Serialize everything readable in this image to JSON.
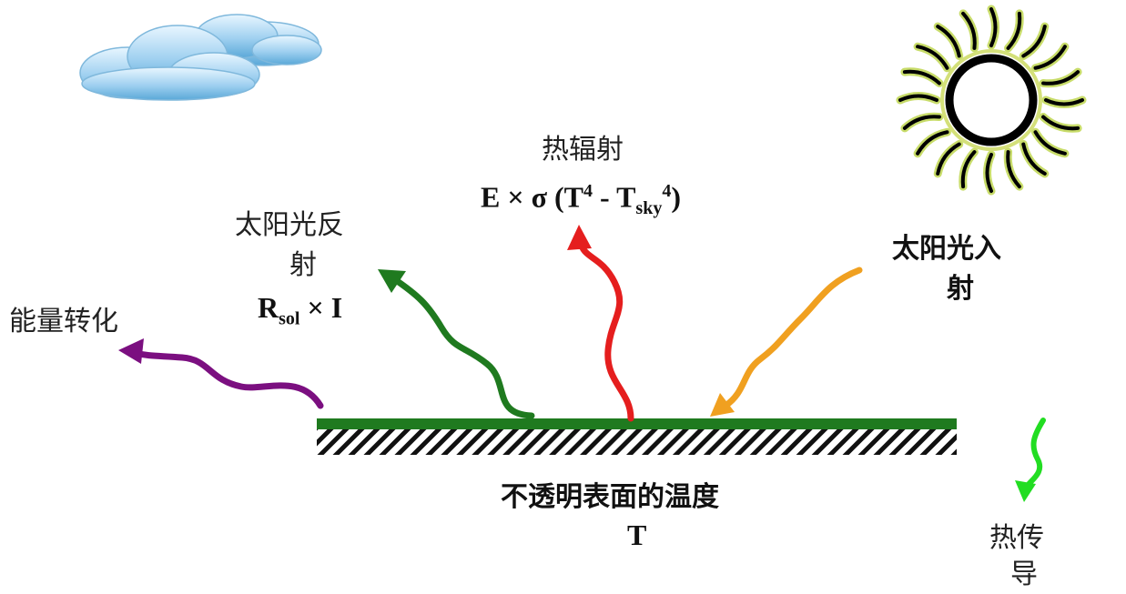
{
  "labels": {
    "energy_conversion": "能量转化",
    "solar_reflection_line1": "太阳光反",
    "solar_reflection_line2": "射",
    "thermal_radiation": "热辐射",
    "solar_incident_line1": "太阳光入",
    "solar_incident_line2": "射",
    "surface_line1": "不透明表面的温度",
    "surface_line2": "T",
    "conduction_line1": "热传",
    "conduction_line2": "导"
  },
  "formulas": {
    "reflection": {
      "R": "R",
      "sub": "sol",
      "rest": "× I"
    },
    "radiation": {
      "lead": "E × σ (T",
      "sup1": "4",
      "mid": " - T",
      "sub": "sky",
      "sup2": "4",
      "tail": ")"
    }
  },
  "colors": {
    "energy_arrow": "#7b0f80",
    "reflection_arrow": "#1f7a1f",
    "radiation_arrow": "#e51e1e",
    "incident_arrow": "#f0a020",
    "conduction_arrow": "#22dd22",
    "surface": "#1f7a1f",
    "sun_rays": "#c8dc6a",
    "cloud": "#9fcfee"
  },
  "icons": [
    "cloud-icon",
    "sun-icon"
  ]
}
